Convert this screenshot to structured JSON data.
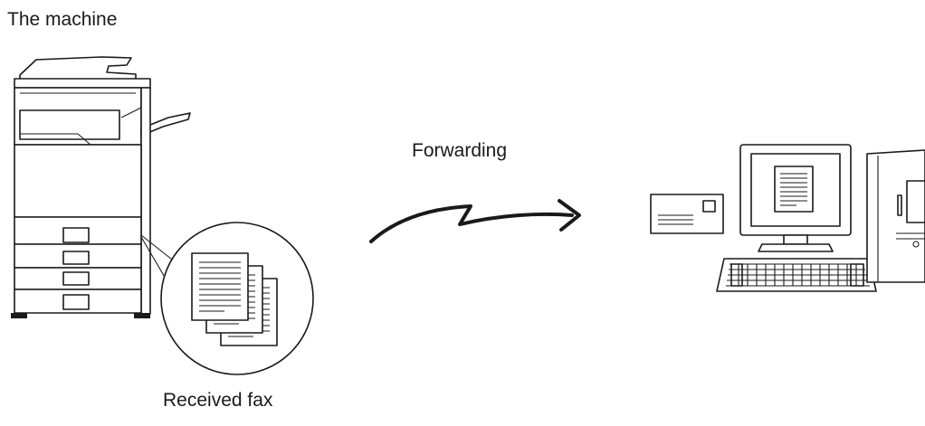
{
  "labels": {
    "machine": "The machine",
    "forwarding": "Forwarding",
    "received_fax": "Received fax"
  },
  "colors": {
    "line": "#1a1a1a",
    "background": "#ffffff"
  }
}
